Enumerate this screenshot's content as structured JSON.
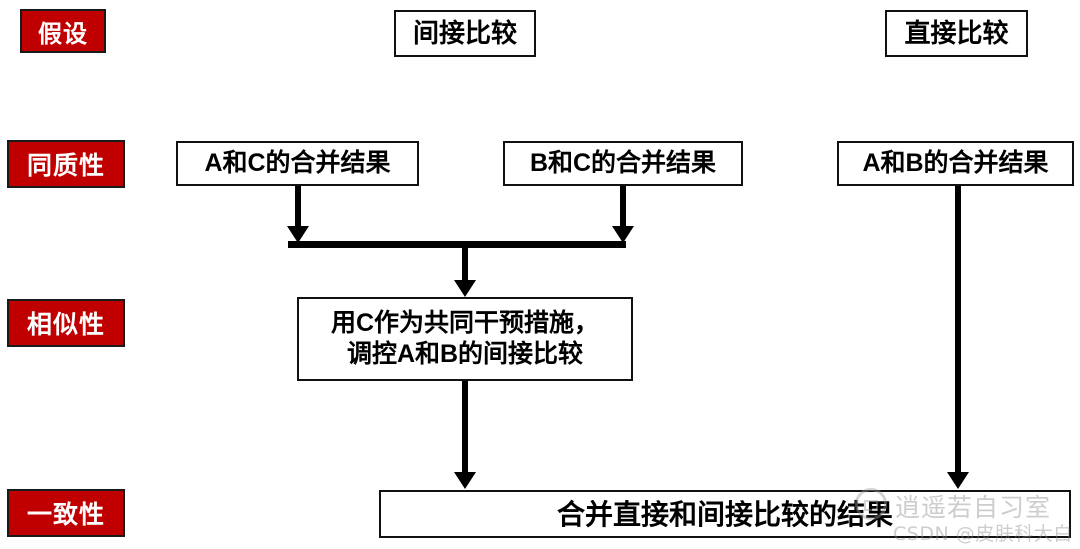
{
  "diagram": {
    "title_unseen": "",
    "colors": {
      "label_fill": "#C00000",
      "label_text": "#FFFFFF",
      "node_fill": "#FFFFFF",
      "node_border": "#111111",
      "connector": "#000000"
    },
    "stage_labels": [
      {
        "id": "hypothesis",
        "text": "假设"
      },
      {
        "id": "homogeneity",
        "text": "同质性"
      },
      {
        "id": "similarity",
        "text": "相似性"
      },
      {
        "id": "consistency",
        "text": "一致性"
      }
    ],
    "column_headers": [
      {
        "id": "indirect",
        "text": "间接比较"
      },
      {
        "id": "direct",
        "text": "直接比较"
      }
    ],
    "nodes": [
      {
        "id": "ac-pooled",
        "text": "A和C的合并结果"
      },
      {
        "id": "bc-pooled",
        "text": "B和C的合并结果"
      },
      {
        "id": "ab-pooled",
        "text": "A和B的合并结果"
      },
      {
        "id": "common-c-line1",
        "text": "用C作为共同干预措施，"
      },
      {
        "id": "common-c-line2",
        "text": "调控A和B的间接比较"
      },
      {
        "id": "final-merge",
        "text": "合并直接和间接比较的结果"
      }
    ],
    "watermark": {
      "title": "逍遥若自习室",
      "subtitle": "CSDN @皮肤科大白"
    }
  }
}
